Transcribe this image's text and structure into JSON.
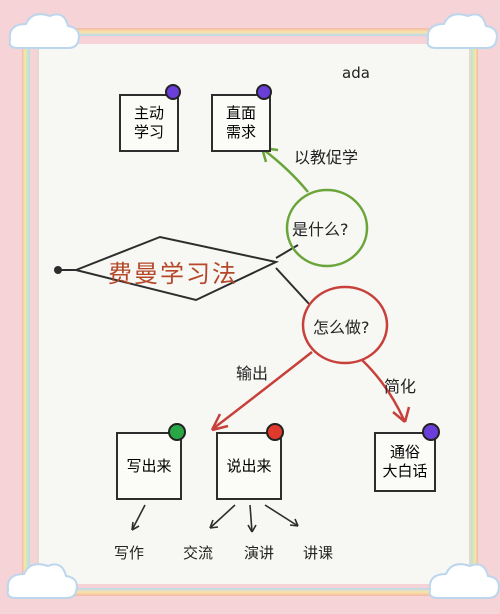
{
  "author": "ada",
  "central": "费曼学习法",
  "what": {
    "question": "是什么?",
    "arrow_label": "以教促学",
    "cards": [
      {
        "text": "主动\n学习",
        "pin": "#6a3fd9"
      },
      {
        "text": "直面\n需求",
        "pin": "#6a3fd9"
      }
    ]
  },
  "how": {
    "question": "怎么做?",
    "output_label": "输出",
    "simplify_label": "简化",
    "cards": [
      {
        "text": "写出来",
        "pin": "#29a745"
      },
      {
        "text": "说出来",
        "pin": "#e03a2f"
      },
      {
        "text": "通俗\n大白话",
        "pin": "#6a3fd9"
      }
    ]
  },
  "leaves": [
    "写作",
    "交流",
    "演讲",
    "讲课"
  ],
  "colors": {
    "green": "#6aa53a",
    "red": "#c8403a",
    "text": "#222"
  }
}
